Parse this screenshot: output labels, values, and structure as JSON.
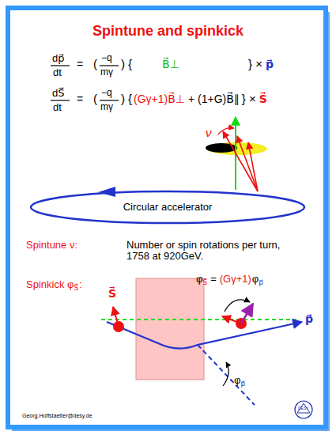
{
  "diagram": {
    "title": "Spintune and spinkick",
    "nodes": [
      {
        "text": [
          "Circular accelerator"
        ]
      }
    ],
    "labels": [
      "dp⃗",
      "dt",
      "=",
      "(",
      "−q",
      "mγ",
      ")",
      "{",
      "B⃗⊥",
      "} ×",
      "p⃗",
      "dS⃗",
      "dt",
      "=",
      "(",
      "−q",
      "mγ",
      ")",
      "{",
      "(Gγ+1)B⃗⊥",
      "+ (1+G)B⃗∥",
      "} ×",
      "S⃗",
      "ν",
      "Spintune ν:",
      "Number or spin rotations per turn, 1758 at 920GeV.",
      "Spinkick φ",
      "S⃗",
      ":",
      "φ",
      "S⃗",
      "=",
      "(Gγ+1)",
      "φ",
      "p⃗",
      "S⃗",
      "p⃗",
      "φ",
      "p⃗",
      "Georg.Hoffstaetter@desy.de",
      "DESY"
    ]
  }
}
